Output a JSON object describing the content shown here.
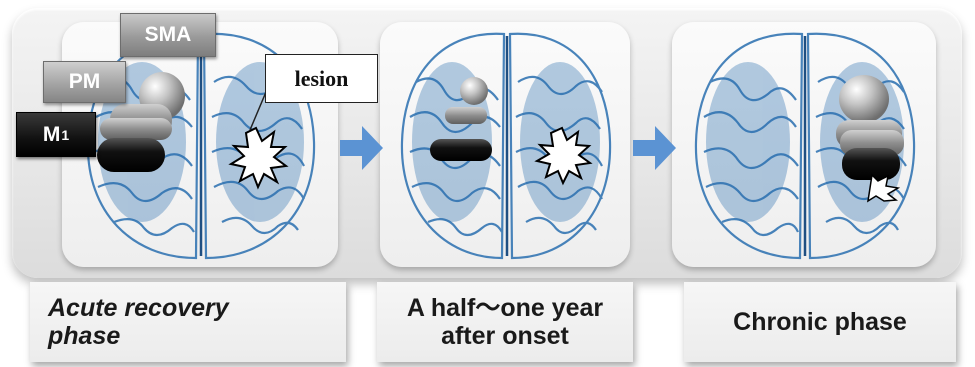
{
  "tags": {
    "sma": "SMA",
    "pm": "PM",
    "m1": "M",
    "m1_sub": "1",
    "lesion": "lesion"
  },
  "captions": [
    {
      "line1": "Acute recovery",
      "line2": "phase"
    },
    {
      "line1": "A half～one year",
      "line2": "after onset"
    },
    {
      "line1": "Chronic phase"
    }
  ],
  "colors": {
    "brain": "#2a6fb0",
    "arrow": "#5b93d3",
    "plate": "#e8e8e8",
    "m1": "#111111",
    "pm": "#8c8c8c"
  },
  "icons": [
    "brain-image",
    "right-arrow-icon",
    "lesion-burst-icon",
    "sphere-marker-icon"
  ]
}
